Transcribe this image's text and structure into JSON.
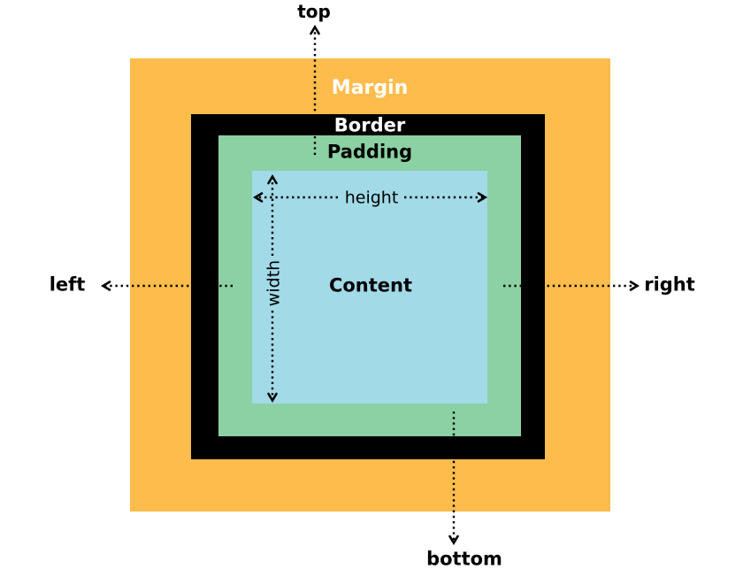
{
  "box_model": {
    "layers": [
      {
        "name": "margin",
        "label": "Margin",
        "color": "#FDBC4B",
        "label_color": "#FFFFFF"
      },
      {
        "name": "border",
        "label": "Border",
        "color": "#000000",
        "label_color": "#FFFFFF"
      },
      {
        "name": "padding",
        "label": "Padding",
        "color": "#8CD1A3",
        "label_color": "#000000"
      },
      {
        "name": "content",
        "label": "Content",
        "color": "#A2DAE8",
        "label_color": "#000000"
      }
    ],
    "direction_labels": {
      "top": "top",
      "bottom": "bottom",
      "left": "left",
      "right": "right"
    },
    "dimension_labels": {
      "horizontal": "height",
      "vertical": "width"
    },
    "arrow_color": "#000000",
    "background": "#FFFFFF"
  }
}
